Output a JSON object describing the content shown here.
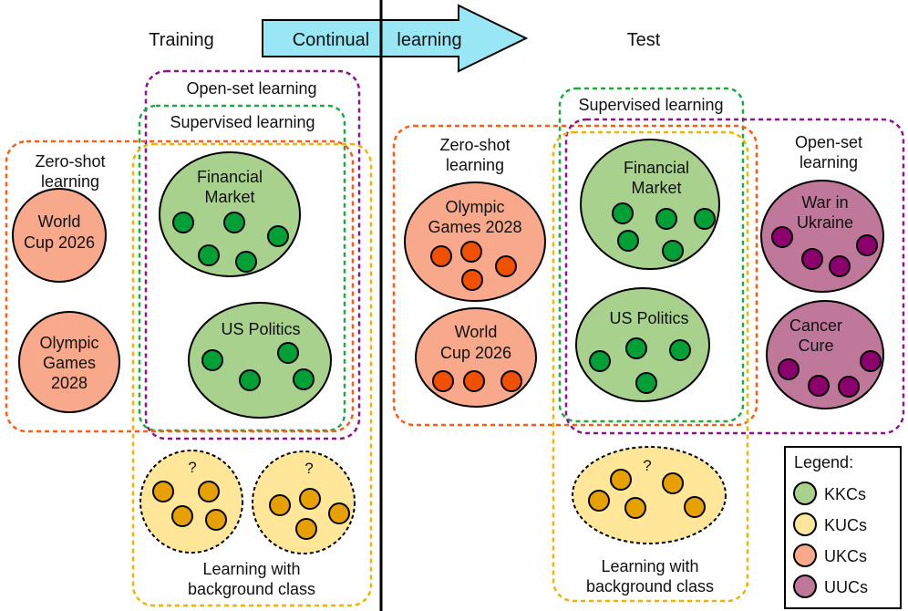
{
  "colors": {
    "kkc_fill": "#A9D18E",
    "kkc_dot": "#00A036",
    "kuc_fill": "#FFE699",
    "kuc_dot": "#E6A000",
    "ukc_fill": "#F8A98C",
    "ukc_dot": "#F05000",
    "uuc_fill": "#C0789A",
    "uuc_dot": "#8C006E",
    "arrow_fill": "#99E6F5",
    "zero_shot_border": "#FF5A14",
    "supervised_border": "#1EAA3C",
    "open_set_border": "#8C148C",
    "background_border": "#F0B400"
  },
  "header": {
    "training": "Training",
    "test": "Test",
    "arrow_word1": "Continual",
    "arrow_word2": "learning"
  },
  "training": {
    "open_set": "Open-set learning",
    "supervised": "Supervised learning",
    "zero_shot_line1": "Zero-shot",
    "zero_shot_line2": "learning",
    "background_line1": "Learning with",
    "background_line2": "background class",
    "financial_line1": "Financial",
    "financial_line2": "Market",
    "us_politics": "US Politics",
    "worldcup_line1": "World",
    "worldcup_line2": "Cup 2026",
    "olympic_line1": "Olympic",
    "olympic_line2": "Games",
    "olympic_line3": "2028",
    "unknown_mark": "?"
  },
  "test": {
    "supervised": "Supervised learning",
    "zero_shot_line1": "Zero-shot",
    "zero_shot_line2": "learning",
    "open_set_line1": "Open-set",
    "open_set_line2": "learning",
    "background_line1": "Learning with",
    "background_line2": "background class",
    "olympic_line1": "Olympic",
    "olympic_line2": "Games 2028",
    "worldcup_line1": "World",
    "worldcup_line2": "Cup 2026",
    "financial_line1": "Financial",
    "financial_line2": "Market",
    "us_politics": "US Politics",
    "war_line1": "War in",
    "war_line2": "Ukraine",
    "cancer_line1": "Cancer",
    "cancer_line2": "Cure",
    "unknown_mark": "?"
  },
  "legend": {
    "title": "Legend:",
    "items": [
      {
        "label": "KKCs",
        "color": "#A9D18E"
      },
      {
        "label": "KUCs",
        "color": "#FFE699"
      },
      {
        "label": "UKCs",
        "color": "#F8A98C"
      },
      {
        "label": "UUCs",
        "color": "#C0789A"
      }
    ]
  }
}
